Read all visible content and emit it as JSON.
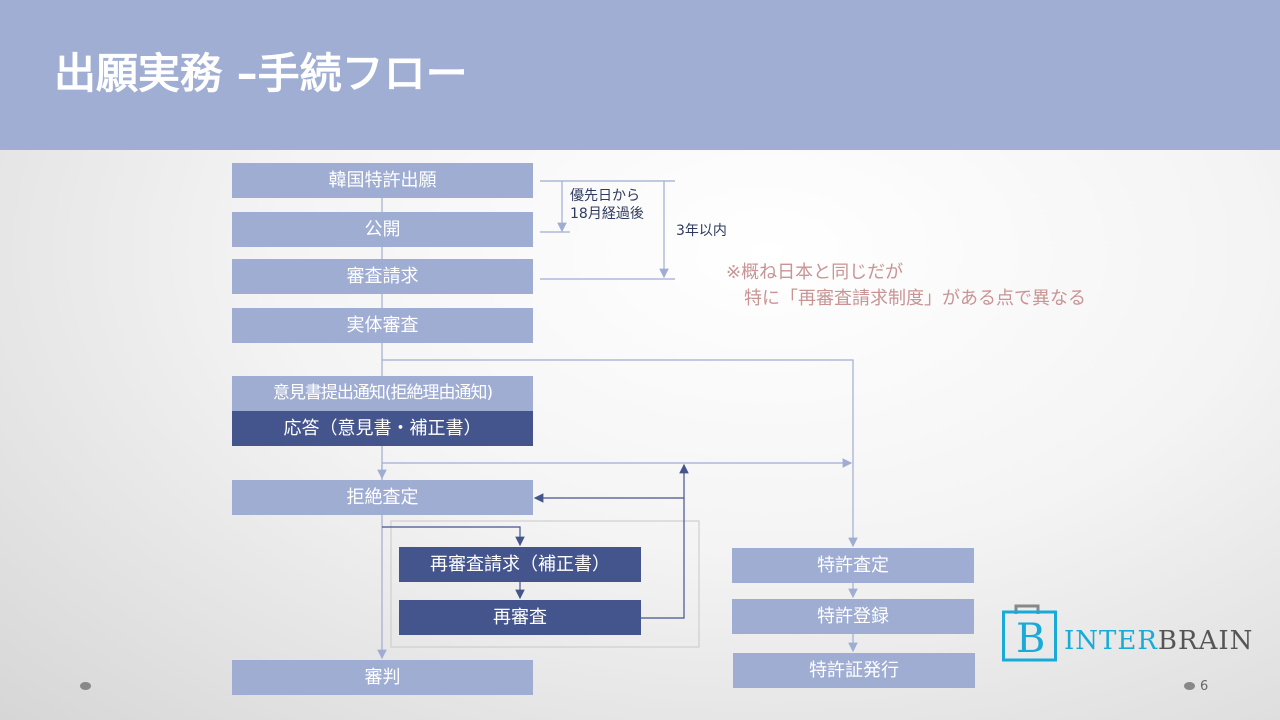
{
  "title": "出願実務 –手続フロー",
  "flow": {
    "application": "韓国特許出願",
    "publication": "公開",
    "exam_request": "審査請求",
    "substantive_exam": "実体審査",
    "opinion_notice": "意見書提出通知(拒絶理由通知)",
    "response": "応答（意見書・補正書）",
    "rejection": "拒絶査定",
    "reexam_request": "再審査請求（補正書）",
    "reexam": "再審査",
    "trial": "審判",
    "grant_decision": "特許査定",
    "registration": "特許登録",
    "certificate": "特許証発行"
  },
  "timing": {
    "publication_line1": "優先日から",
    "publication_line2": "18月経過後",
    "exam_deadline": "3年以内"
  },
  "note": {
    "line1": "※概ね日本と同じだが",
    "line2": "　特に「再審査請求制度」がある点で異なる"
  },
  "logo": {
    "text_a": "INTER",
    "text_b": "BRAIN"
  },
  "page_number": "6",
  "colors": {
    "header": "#a0aed3",
    "light_box": "#9fadd3",
    "dark_box": "#44548c",
    "note": "#c99494",
    "logo_blue": "#1aaad8"
  }
}
